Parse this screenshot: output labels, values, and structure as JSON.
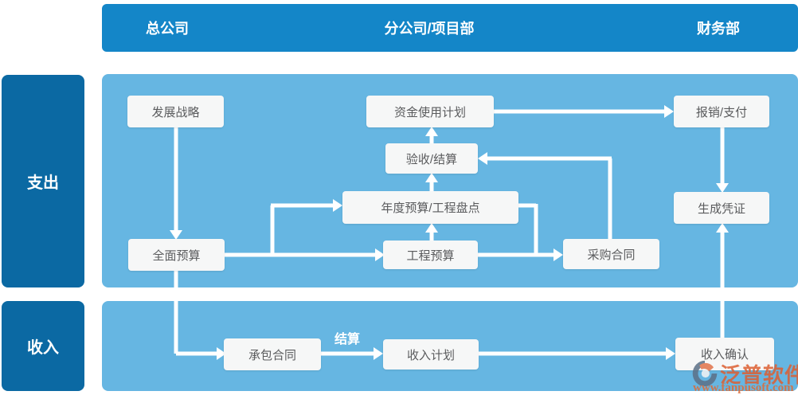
{
  "header": {
    "columns": [
      {
        "label": "总公司"
      },
      {
        "label": "分公司/项目部"
      },
      {
        "label": "财务部"
      }
    ]
  },
  "lanes": {
    "expense": "支出",
    "income": "收入"
  },
  "nodes": {
    "strategy": "发展战略",
    "fund_usage_plan": "资金使用计划",
    "reimburse_pay": "报销/支付",
    "acceptance_settlement": "验收/结算",
    "annual_budget_inventory": "年度预算/工程盘点",
    "generate_voucher": "生成凭证",
    "overall_budget": "全面预算",
    "project_budget": "工程预算",
    "purchase_contract": "采购合同",
    "contracting_contract": "承包合同",
    "income_plan": "收入计划",
    "income_confirm": "收入确认"
  },
  "edge_labels": {
    "settlement": "结算"
  },
  "watermark": {
    "brand": "泛普软件",
    "url": "www.fanpusoft.com"
  },
  "colors": {
    "header_blue": "#1486c8",
    "lane_blue": "#0b69a3",
    "panel_blue": "#66b6e2",
    "node_bg": "#f6f7f7",
    "node_text": "#5a5b5d",
    "arrow": "#ffffff",
    "brand_orange": "#dd5f31"
  }
}
